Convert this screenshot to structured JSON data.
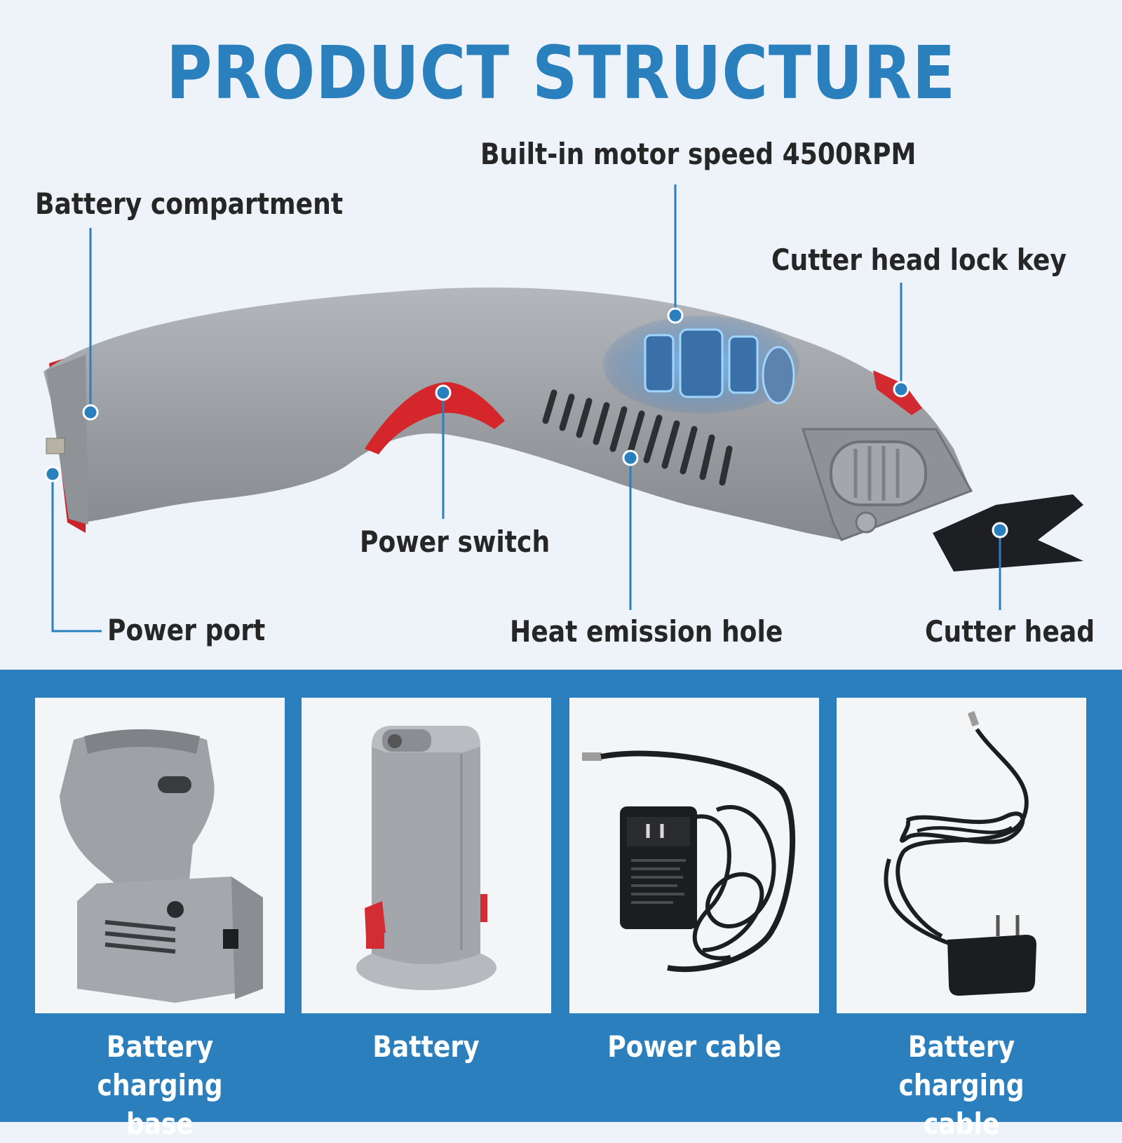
{
  "header": {
    "title": "PRODUCT STRUCTURE"
  },
  "callouts": {
    "battery_compartment": "Battery compartment",
    "motor": "Built-in motor speed 4500RPM",
    "lock_key": "Cutter head lock key",
    "power_switch": "Power switch",
    "power_port": "Power port",
    "heat_hole": "Heat emission hole",
    "cutter_head": "Cutter head"
  },
  "accessories": [
    {
      "line1": "Battery charging",
      "line2": "base"
    },
    {
      "line1": "Battery",
      "line2": ""
    },
    {
      "line1": "Power cable",
      "line2": ""
    },
    {
      "line1": "Battery charging",
      "line2": "cable"
    }
  ],
  "colors": {
    "accent": "#2a7fbd",
    "panel": "#2b7fbc",
    "body_gray": "#9c9fa4",
    "trigger_red": "#d4262b"
  }
}
